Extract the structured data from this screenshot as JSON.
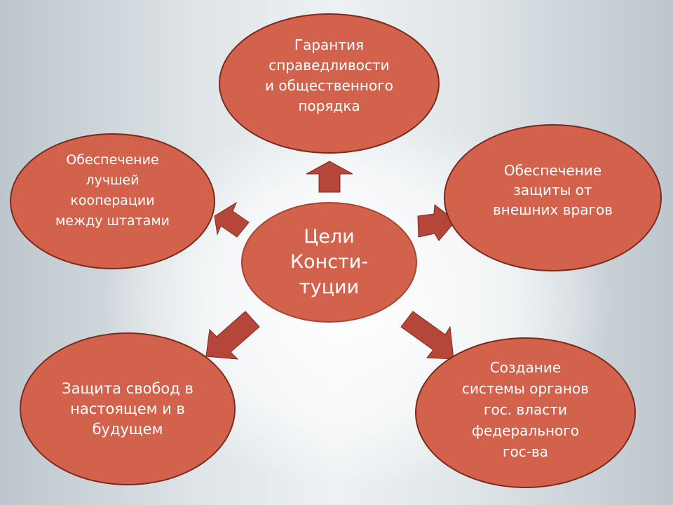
{
  "diagram": {
    "center": "Цели\nКонсти-\nтуции",
    "top": "Гарантия\nсправедливости\nи общественного\nпорядка",
    "left": "Обеспечение\nлучшей\nкооперации\nмежду штатами",
    "right": "Обеспечение\nзащиты от\nвнешних врагов",
    "bottom_left": "Защита свобод в\nнастоящем и в\nбудущем",
    "bottom_right": "Создание\nсистемы органов\nгос. власти\nфедерального\nгос-ва"
  },
  "colors": {
    "node_fill": "#d2624b",
    "node_border": "#7a2a1f",
    "arrow_fill": "#b5473a",
    "text": "#ffffff"
  }
}
